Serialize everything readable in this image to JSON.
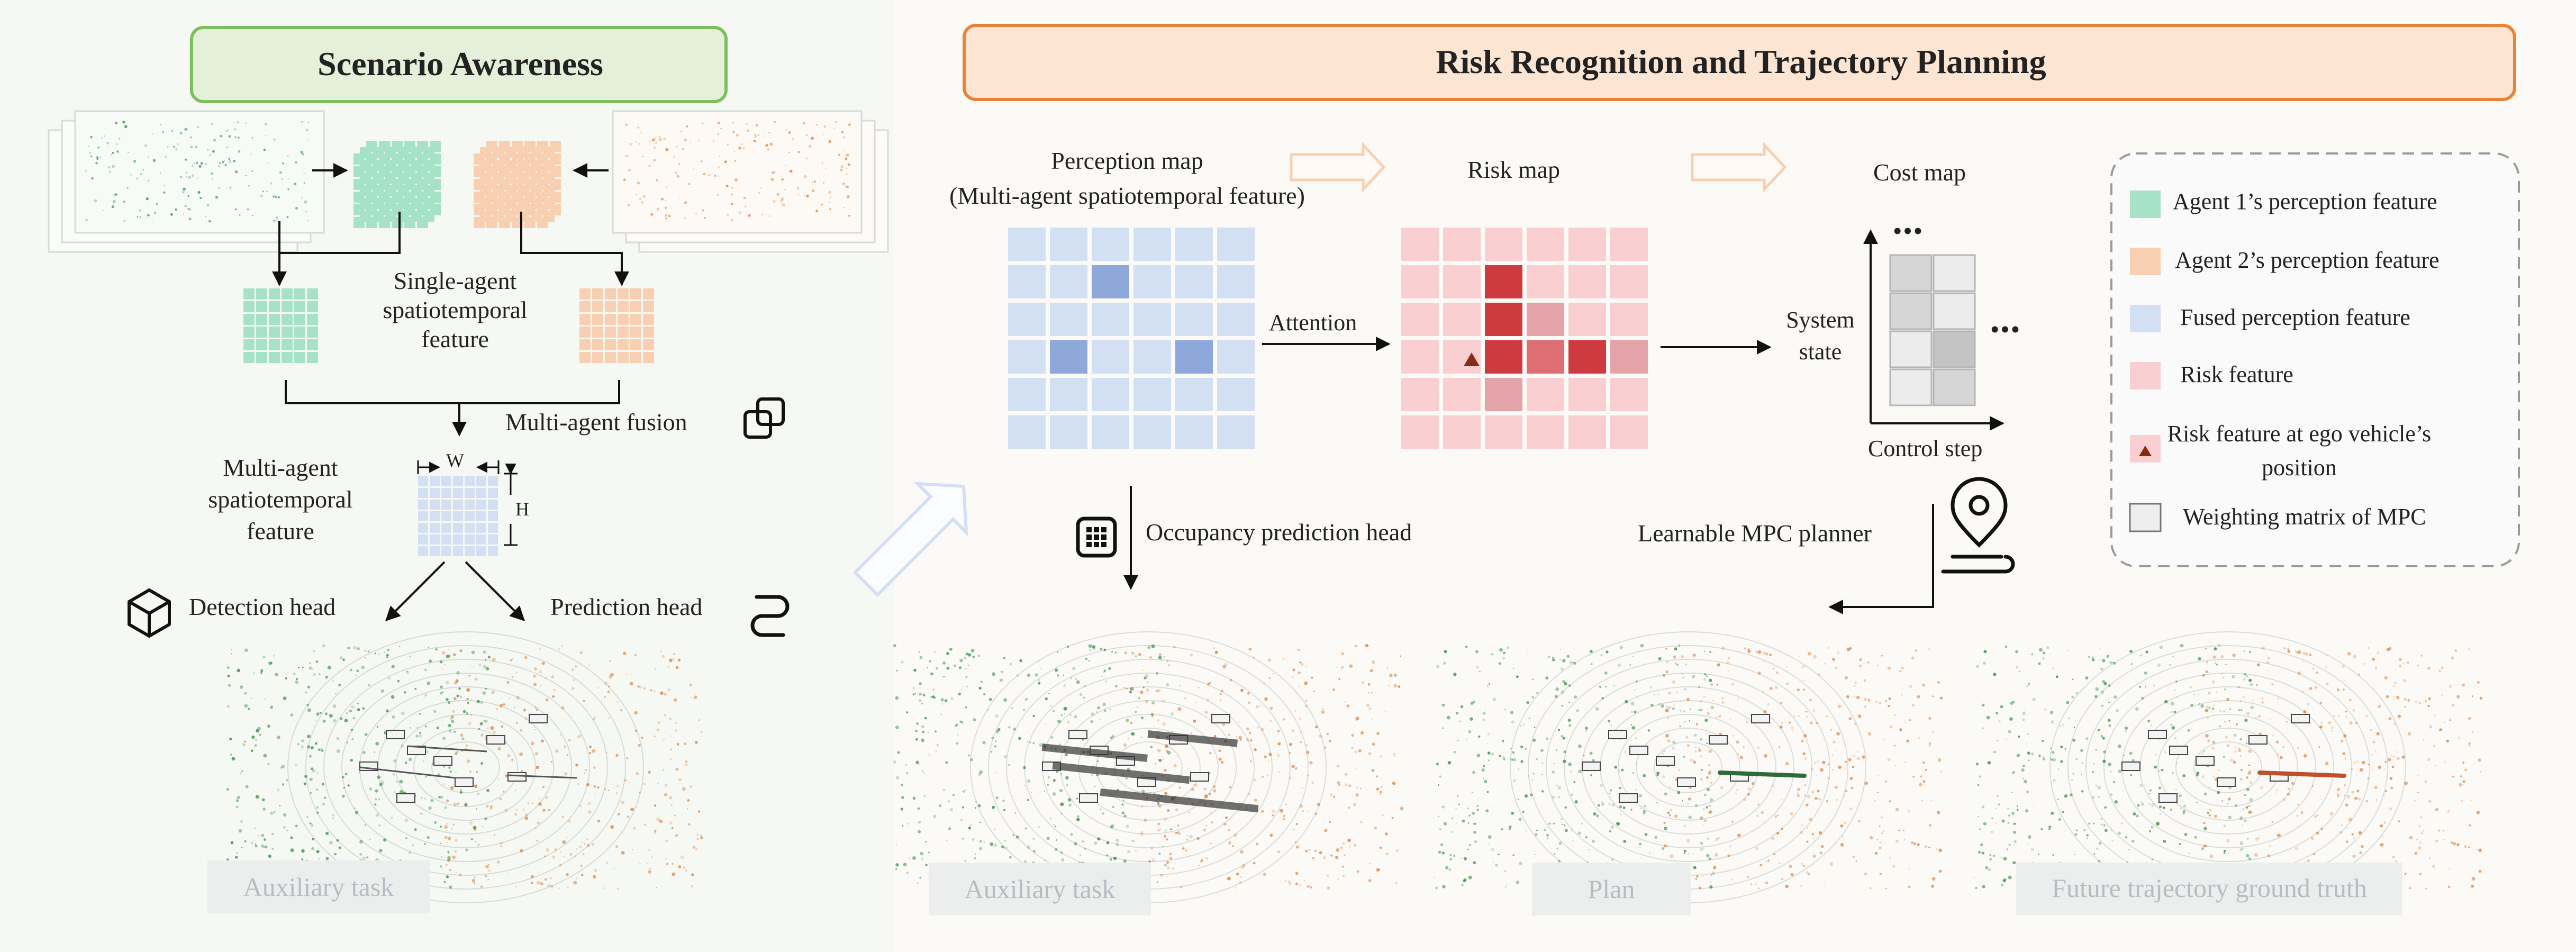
{
  "left_panel": {
    "title": "Scenario Awareness",
    "single_agent_label": [
      "Single-agent",
      "spatiotemporal",
      "feature"
    ],
    "fusion_label": "Multi-agent fusion",
    "multi_agent_label": [
      "Multi-agent",
      "spatiotemporal",
      "feature"
    ],
    "dim_w": "W",
    "dim_h": "H",
    "detection_head": "Detection head",
    "prediction_head": "Prediction head",
    "aux_caption": "Auxiliary task"
  },
  "right_panel": {
    "title": "Risk Recognition and Trajectory Planning",
    "perception_title": [
      "Perception map",
      "(Multi-agent spatiotemporal feature)"
    ],
    "risk_title": "Risk map",
    "cost_title": "Cost map",
    "attention": "Attention",
    "system_state": [
      "System",
      "state"
    ],
    "control_step": "Control step",
    "ellipsis": "•••",
    "occupancy_head": "Occupancy prediction head",
    "mpc_planner": "Learnable MPC planner",
    "captions": [
      "Auxiliary task",
      "Plan",
      "Future trajectory ground truth"
    ]
  },
  "legend": {
    "items": [
      {
        "label": "Agent 1’s perception feature",
        "color": "#a6e3c6"
      },
      {
        "label": "Agent 2’s perception feature",
        "color": "#f8cfb0"
      },
      {
        "label": "Fused perception feature",
        "color": "#d3dff3"
      },
      {
        "label": "Risk feature",
        "color": "#f9cfd2"
      },
      {
        "label": "Risk feature at ego vehicle’s position",
        "color": "#f9cfd2"
      },
      {
        "label": "Weighting matrix of MPC",
        "color": "#eeeeee"
      }
    ]
  },
  "colors": {
    "green_cell": "#a6e3c6",
    "orange_cell": "#f8cfb0",
    "blue_cell": "#d3dff3",
    "blue_dark": "#8fa8dc",
    "risk_light": "#f9cfd2",
    "risk_dark": "#cd3b40",
    "risk_mid": "#dc6e74",
    "risk_pale": "#e4a3a8",
    "green_border": "#7cbf5c",
    "orange_border": "#e8833a",
    "lidar_green": "#2e8b3e",
    "lidar_orange": "#d9772e",
    "ego_marker": "#8b2a12"
  },
  "icons": [
    "overlap-squares-icon",
    "cube-icon",
    "s-curve-icon",
    "grid-chip-icon",
    "location-pin-icon"
  ]
}
